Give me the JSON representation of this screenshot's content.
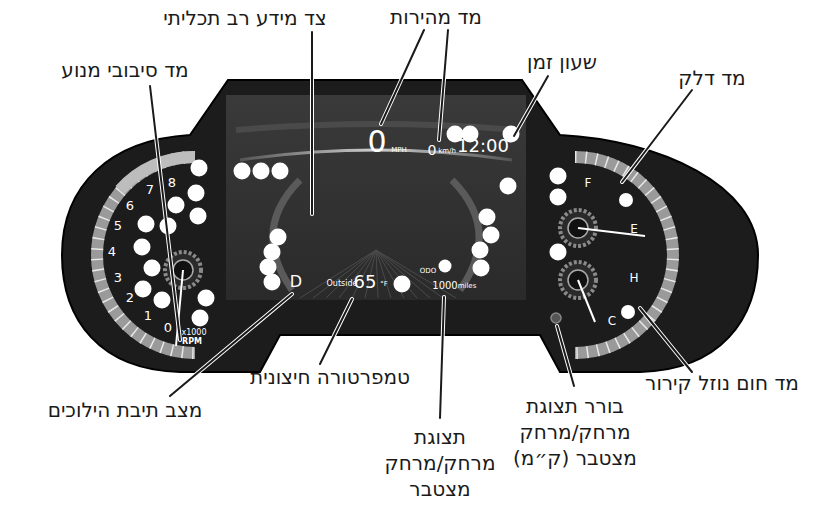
{
  "diagram": {
    "labels": [
      "צד מידע רב תכליתי",
      "מד מהירות",
      "שעון זמן",
      "מד סיבובי מנוע",
      "מד דלק",
      "0",
      "MPH",
      "0",
      "km/h",
      "12:00",
      "8",
      "7",
      "6",
      "5",
      "4",
      "3",
      "2",
      "1",
      "0",
      "x1000",
      "RPM",
      "F",
      "E",
      "H",
      "C",
      "D",
      "Outside",
      "65",
      "°F",
      "ODO",
      "1000",
      "miles",
      "מד חום נוזל קירור",
      "טמפרטורה חיצונית",
      "בורר תצוגת מרחק/מרחק מצטבר (ק״מ)",
      "מצב תיבת הילוכים",
      "תצוגת מרחק/מרחק מצטבר"
    ]
  }
}
